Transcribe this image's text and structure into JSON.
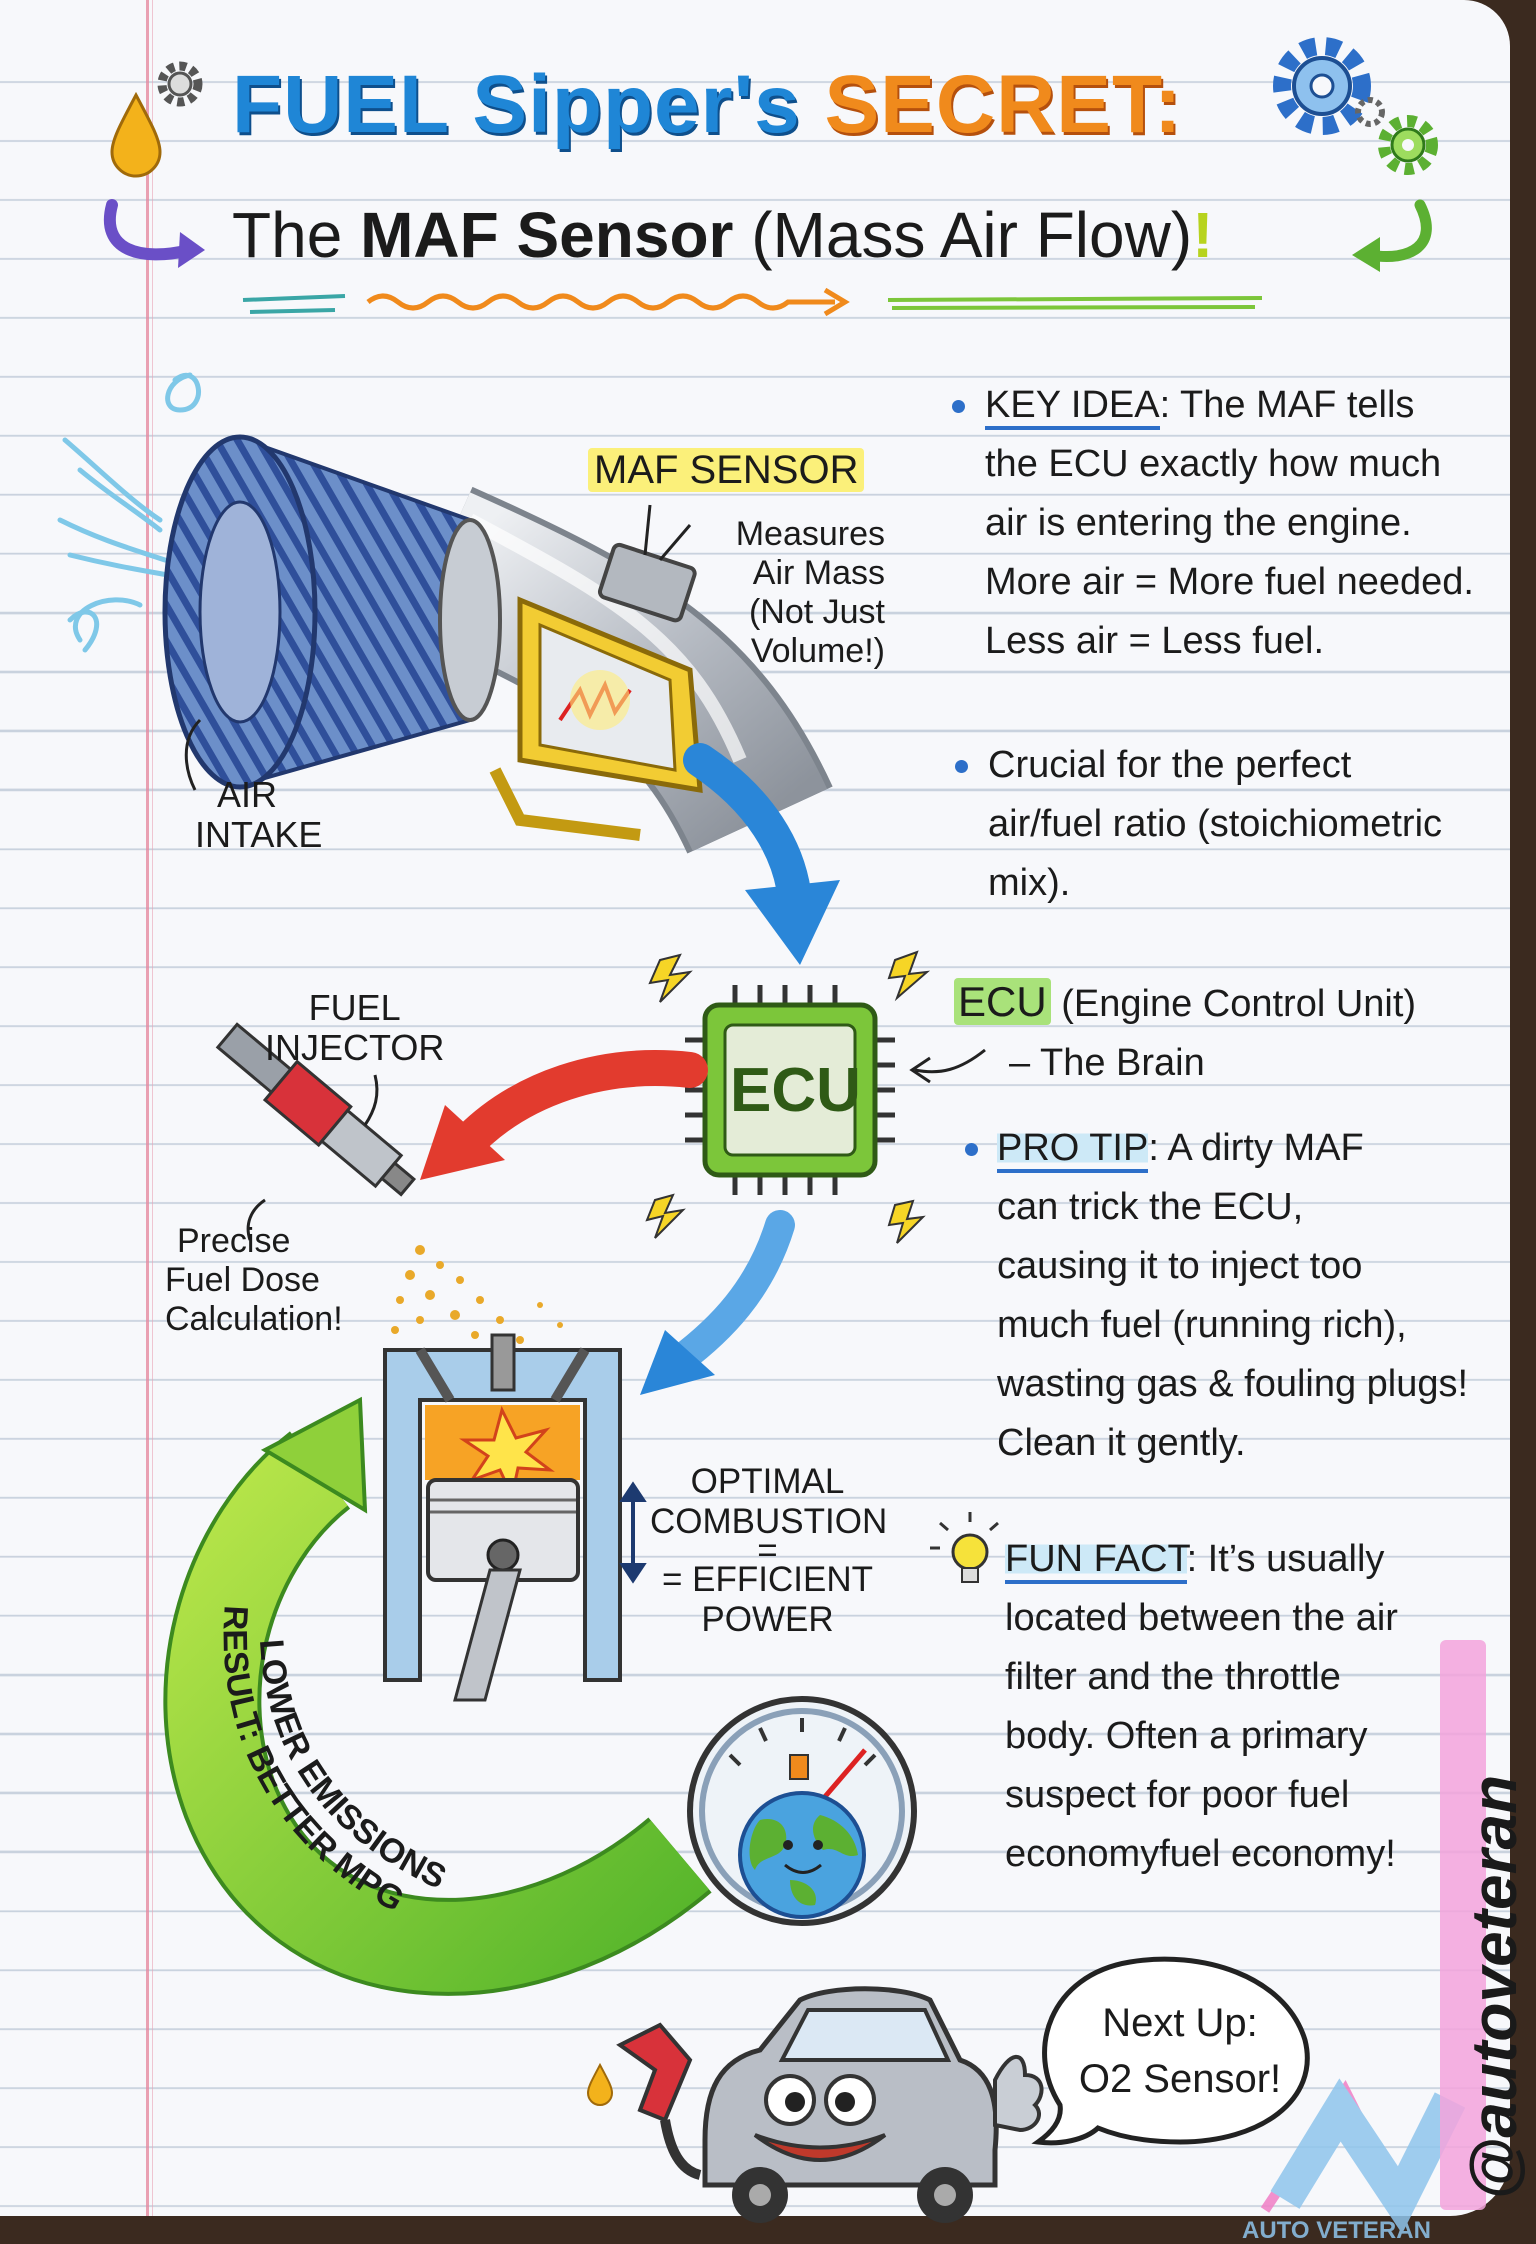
{
  "title": {
    "word1": "FUEL",
    "word2": "Sipper's",
    "word3": "SECRET:",
    "line2_prefix": "The",
    "line2_main": "MAF Sensor",
    "line2_paren": "(Mass Air Flow)",
    "line2_bang": "!"
  },
  "diagram_labels": {
    "maf_sensor": "MAF SENSOR",
    "measures": [
      "Measures",
      "Air Mass",
      "(Not Just",
      "Volume!)"
    ],
    "air_intake": [
      "AIR",
      "INTAKE"
    ],
    "fuel_injector": [
      "FUEL",
      "INJECTOR"
    ],
    "precise_dose": [
      "Precise",
      "Fuel Dose",
      "Calculation!"
    ],
    "ecu_chip": "ECU",
    "combustion": [
      "OPTIMAL",
      "COMBUSTION",
      "=",
      "= EFFICIENT",
      "POWER"
    ],
    "result_arc_1": "RESULT: BETTER MPG &",
    "result_arc_2": "LOWER EMISSIONS"
  },
  "notes": {
    "key_idea": {
      "label": "KEY IDEA",
      "first_rest": ": The MAF tells",
      "lines": [
        "the ECU exactly how much",
        "air is entering the engine.",
        "More air = More fuel needed.",
        "Less air = Less fuel."
      ]
    },
    "crucial": {
      "lines": [
        "Crucial for the perfect",
        "air/fuel ratio (stoichiometric",
        "mix)."
      ]
    },
    "ecu": {
      "label": "ECU",
      "first_rest": "(Engine Control Unit)",
      "second": "– The Brain"
    },
    "pro_tip": {
      "label": "PRO TIP",
      "first_rest": ": A dirty MAF",
      "lines": [
        "can trick the ECU,",
        "causing it to inject too",
        "much fuel (running rich),",
        "wasting gas & fouling plugs!",
        "Clean it gently."
      ]
    },
    "fun_fact": {
      "label": "FUN FACT",
      "first_rest": ": It’s usually",
      "lines": [
        "located between the air",
        "filter and the throttle",
        "body. Often a primary",
        "suspect for poor fuel",
        "economyfuel economy!"
      ]
    }
  },
  "callout": {
    "line1": "Next Up:",
    "line2": "O2 Sensor!"
  },
  "handle": "@autoveteran",
  "watermark": {
    "letters": "AV",
    "text": "AUTO VETERAN"
  },
  "icons": [
    "gear-icon",
    "fuel-drop-icon",
    "hook-arrow-icon",
    "air-swirl-icon",
    "lightning-icon",
    "light-bulb-icon",
    "gauge-icon",
    "globe-icon",
    "fuel-pump-nozzle-icon",
    "car-mascot-icon"
  ],
  "colors": {
    "title_blue": "#1f86d6",
    "title_orange": "#f08a1c",
    "accent_green": "#7cc63a",
    "arrow_red": "#e23b2e",
    "arrow_blue": "#2a86d8",
    "highlight_yellow": "#fbf07a",
    "highlight_pink": "#f3a3dc",
    "ruled_line": "#c9d2de",
    "margin_red": "#e58aa0"
  }
}
